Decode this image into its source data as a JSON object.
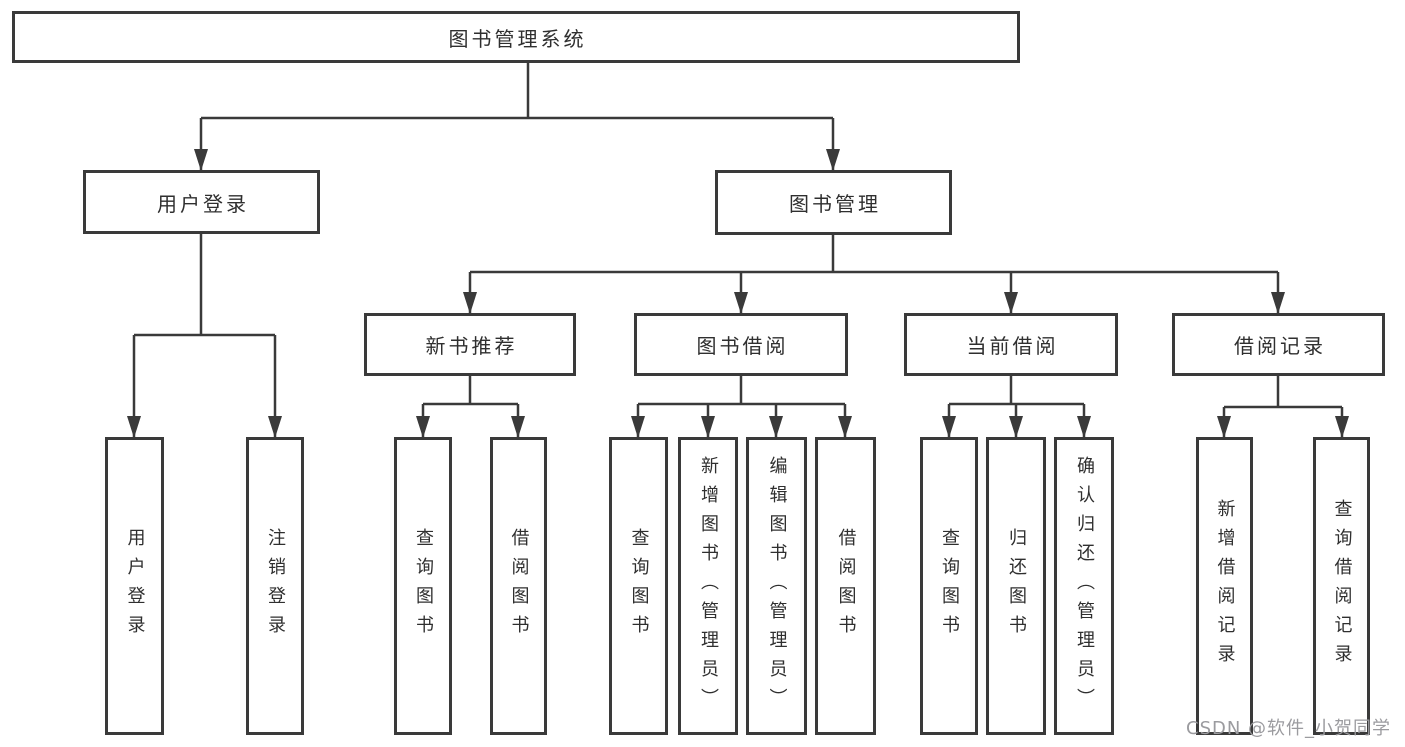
{
  "tree": {
    "label": "图书管理系统",
    "children": [
      {
        "label": "用户登录",
        "children": [
          {
            "label": "用户登录"
          },
          {
            "label": "注销登录"
          }
        ]
      },
      {
        "label": "图书管理",
        "children": [
          {
            "label": "新书推荐",
            "children": [
              {
                "label": "查询图书"
              },
              {
                "label": "借阅图书"
              }
            ]
          },
          {
            "label": "图书借阅",
            "children": [
              {
                "label": "查询图书"
              },
              {
                "label": "新增图书（管理员）"
              },
              {
                "label": "编辑图书（管理员）"
              },
              {
                "label": "借阅图书"
              }
            ]
          },
          {
            "label": "当前借阅",
            "children": [
              {
                "label": "查询图书"
              },
              {
                "label": "归还图书"
              },
              {
                "label": "确认归还（管理员）"
              }
            ]
          },
          {
            "label": "借阅记录",
            "children": [
              {
                "label": "新增借阅记录"
              },
              {
                "label": "查询借阅记录"
              }
            ]
          }
        ]
      }
    ]
  },
  "watermark": {
    "text": "CSDN @软件_小贺同学"
  },
  "style": {
    "line_color": "#3a3a3a",
    "text_color": "#2f2f2f",
    "watermark_color": "#9b9b9f",
    "background": "#ffffff"
  }
}
